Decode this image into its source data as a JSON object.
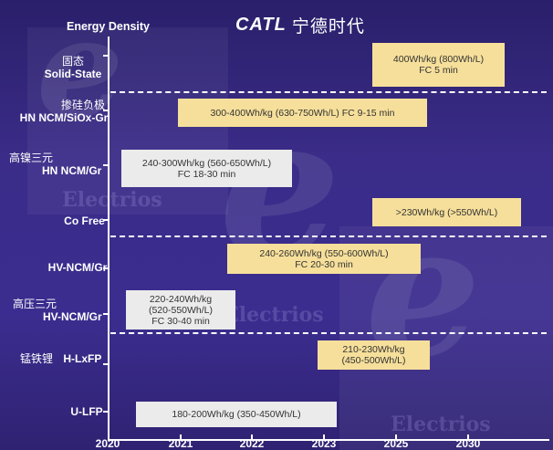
{
  "header": {
    "y_axis_title": "Energy Density",
    "logo_text": "CATL",
    "logo_chinese": "宁德时代"
  },
  "watermark": {
    "text": "Electrios",
    "glyph": "e"
  },
  "axis": {
    "x_ticks": [
      "2020",
      "2021",
      "2022",
      "2023",
      "2025",
      "2030"
    ]
  },
  "rows": [
    {
      "zh": "固态",
      "en": "Solid-State"
    },
    {
      "zh": "掺硅负极",
      "en": "HN NCM/SiOx-Gr"
    },
    {
      "zh": "高镍三元",
      "en": "HN NCM/Gr"
    },
    {
      "zh": "",
      "en": "Co Free"
    },
    {
      "zh": "",
      "en": "HV-NCM/Gr"
    },
    {
      "zh": "高压三元",
      "en": "HV-NCM/Gr"
    },
    {
      "zh": "锰铁锂",
      "en": "H-LxFP"
    },
    {
      "zh": "",
      "en": "U-LFP"
    }
  ],
  "bars": [
    {
      "text": "400Wh/kg (800Wh/L)\nFC 5 min",
      "color": "#f6df9a"
    },
    {
      "text": "300-400Wh/kg (630-750Wh/L) FC 9-15 min",
      "color": "#f6df9a"
    },
    {
      "text": "240-300Wh/kg (560-650Wh/L)\nFC 18-30 min",
      "color": "#ebebeb"
    },
    {
      "text": ">230Wh/kg (>550Wh/L)",
      "color": "#f6df9a"
    },
    {
      "text": "240-260Wh/kg (550-600Wh/L)\nFC 20-30 min",
      "color": "#f6df9a"
    },
    {
      "text": "220-240Wh/kg\n(520-550Wh/L)\nFC 30-40 min",
      "color": "#ebebeb"
    },
    {
      "text": "210-230Wh/kg\n(450-500Wh/L)",
      "color": "#f6df9a"
    },
    {
      "text": "180-200Wh/kg (350-450Wh/L)",
      "color": "#ebebeb"
    }
  ]
}
